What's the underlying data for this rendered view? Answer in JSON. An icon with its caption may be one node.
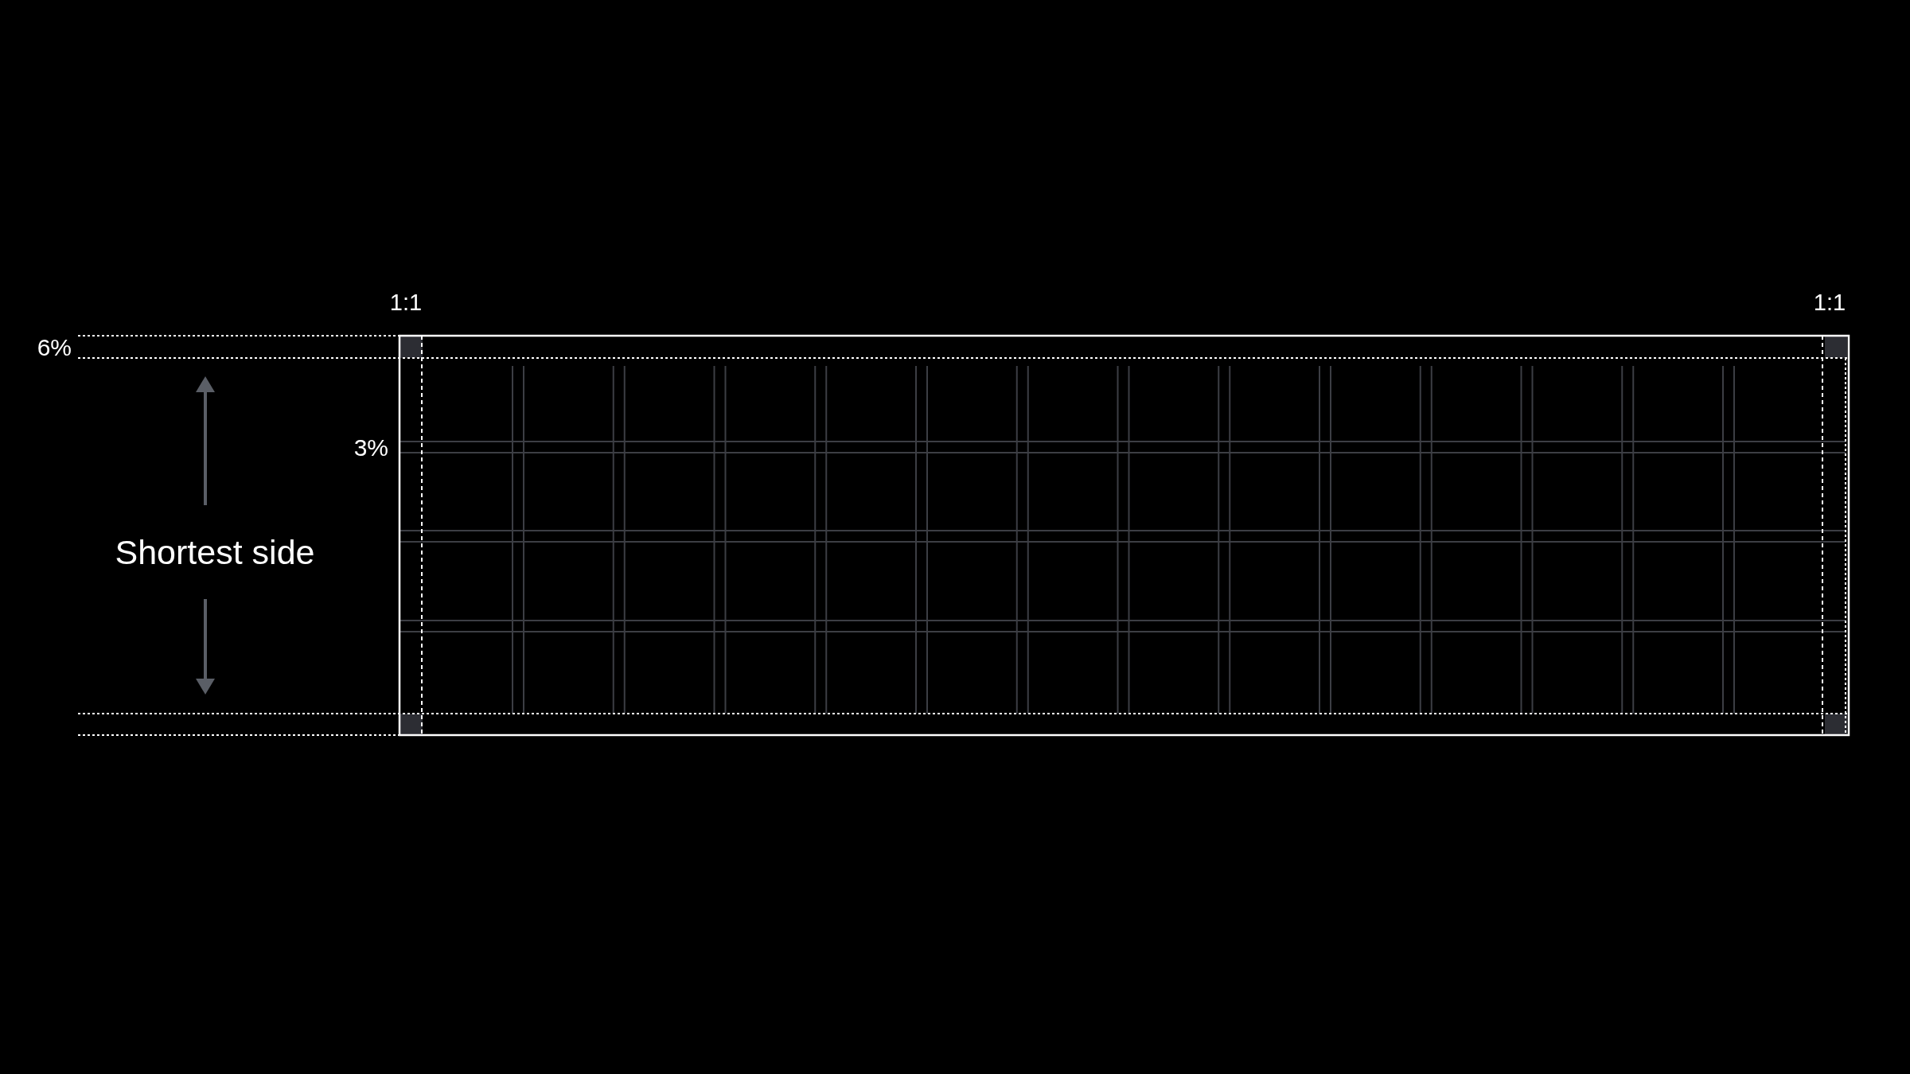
{
  "diagram": {
    "labels": [
      "1:1",
      "1:1",
      "6%",
      "3%",
      "Shortest side"
    ]
  }
}
